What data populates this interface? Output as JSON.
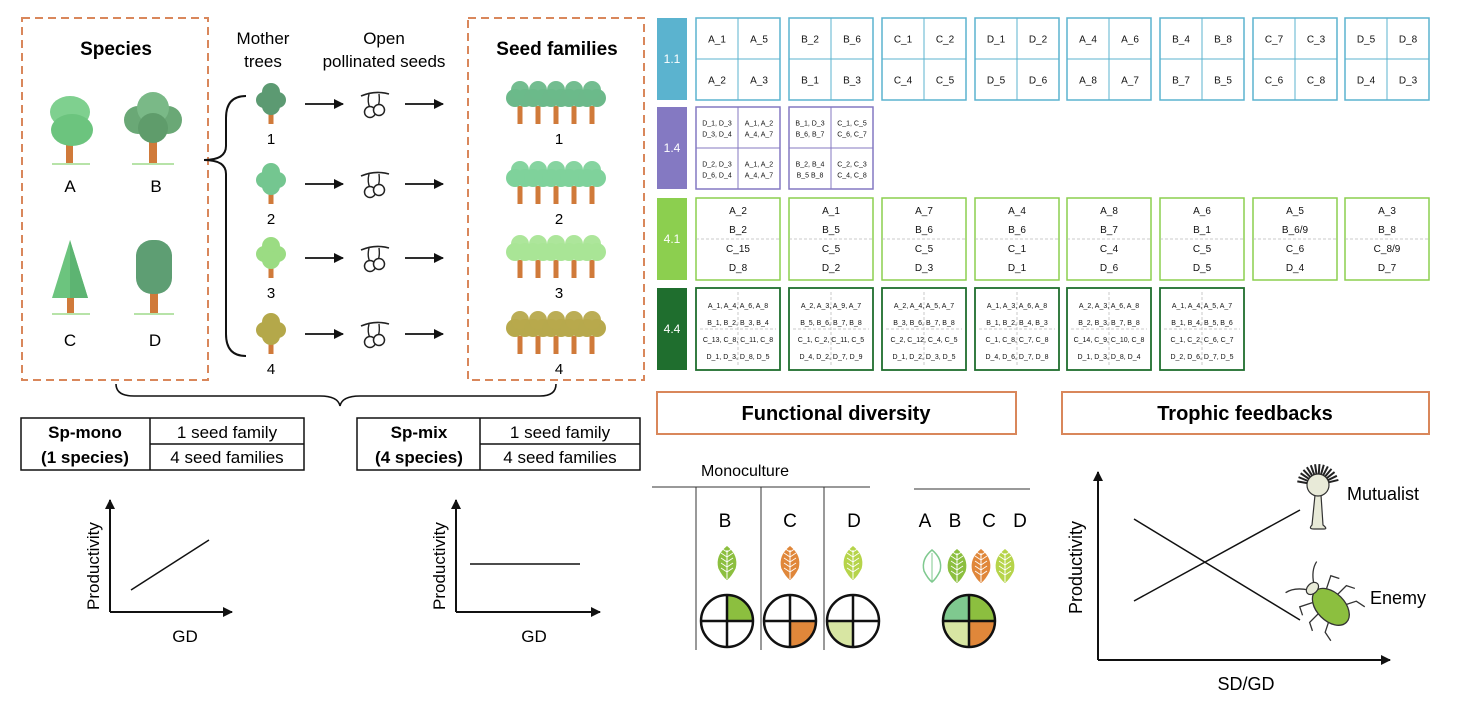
{
  "left": {
    "species_title": "Species",
    "species": [
      "A",
      "B",
      "C",
      "D"
    ],
    "mother_trees_label": "Mother\ntrees",
    "open_pollinated_label": "Open\npollinated seeds",
    "seed_families_title": "Seed families",
    "family_numbers": [
      "1",
      "2",
      "3",
      "4"
    ]
  },
  "sp_mono": {
    "name": "Sp-mono",
    "sub": "(1 species)",
    "row1": "1 seed family",
    "row2": "4 seed families"
  },
  "sp_mix": {
    "name": "Sp-mix",
    "sub": "(4 species)",
    "row1": "1 seed family",
    "row2": "4 seed families"
  },
  "small_plots": {
    "ylabel": "Productivity",
    "xlabel": "GD"
  },
  "designs": {
    "d11": {
      "label": "1.1",
      "plots": [
        [
          "A_1",
          "A_5",
          "A_2",
          "A_3"
        ],
        [
          "B_2",
          "B_6",
          "B_1",
          "B_3"
        ],
        [
          "C_1",
          "C_2",
          "C_4",
          "C_5"
        ],
        [
          "D_1",
          "D_2",
          "D_5",
          "D_6"
        ],
        [
          "A_4",
          "A_6",
          "A_8",
          "A_7"
        ],
        [
          "B_4",
          "B_8",
          "B_7",
          "B_5"
        ],
        [
          "C_7",
          "C_3",
          "C_6",
          "C_8"
        ],
        [
          "D_5",
          "D_8",
          "D_4",
          "D_3"
        ]
      ]
    },
    "d14": {
      "label": "1.4",
      "plots": [
        [
          [
            "D_1, D_3",
            "D_3, D_4"
          ],
          [
            "A_1, A_2",
            "A_4, A_7"
          ],
          [
            "D_2, D_3",
            "D_6, D_4"
          ],
          [
            "A_1, A_2",
            "A_4, A_7"
          ]
        ],
        [
          [
            "B_1, D_3",
            "B_6, B_7"
          ],
          [
            "C_1, C_5",
            "C_6, C_7"
          ],
          [
            "B_2, B_4",
            "B_5 B_8"
          ],
          [
            "C_2, C_3",
            "C_4, C_8"
          ]
        ]
      ]
    },
    "d41": {
      "label": "4.1",
      "plots": [
        [
          "A_2",
          "B_2",
          "C_15",
          "D_8"
        ],
        [
          "A_1",
          "B_5",
          "C_5",
          "D_2"
        ],
        [
          "A_7",
          "B_6",
          "C_5",
          "D_3"
        ],
        [
          "A_4",
          "B_6",
          "C_1",
          "D_1"
        ],
        [
          "A_8",
          "B_7",
          "C_4",
          "D_6"
        ],
        [
          "A_6",
          "B_1",
          "C_5",
          "D_5"
        ],
        [
          "A_5",
          "B_6/9",
          "C_6",
          "D_4"
        ],
        [
          "A_3",
          "B_8",
          "C_8/9",
          "D_7"
        ]
      ]
    },
    "d44": {
      "label": "4.4",
      "plots": [
        [
          "A_1, A_4, A_6, A_8",
          "B_1, B_2, B_3, B_4",
          "C_13, C_8, C_11, C_8",
          "D_1, D_3, D_8, D_5"
        ],
        [
          "A_2, A_3, A_9, A_7",
          "B_5, B_6, B_7, B_8",
          "C_1, C_2, C_11, C_5",
          "D_4, D_2, D_7, D_9"
        ],
        [
          "A_2, A_4, A_5, A_7",
          "B_3, B_6, B_7, B_8",
          "C_2, C_12, C_4, C_5",
          "D_1, D_2, D_3, D_5"
        ],
        [
          "A_1, A_3, A_6, A_8",
          "B_1, B_2, B_4, B_3",
          "C_1, C_8, C_7, C_8",
          "D_4, D_6, D_7, D_8"
        ],
        [
          "A_2, A_3, A_6, A_8",
          "B_2, B_3, B_7, B_8",
          "C_14, C_9, C_10, C_8",
          "D_1, D_3, D_8, D_4"
        ],
        [
          "A_1, A_4, A_5, A_7",
          "B_1, B_4, B_5, B_6",
          "C_1, C_2, C_6, C_7",
          "D_2, D_6, D_7, D_5"
        ]
      ]
    }
  },
  "functional": {
    "title": "Functional diversity",
    "monoculture_label": "Monoculture",
    "mono_species": [
      "B",
      "C",
      "D"
    ],
    "mix_species": [
      "A",
      "B",
      "C",
      "D"
    ]
  },
  "trophic": {
    "title": "Trophic feedbacks",
    "ylabel": "Productivity",
    "xlabel": "SD/GD",
    "mutualist": "Mutualist",
    "enemy": "Enemy"
  },
  "colors": {
    "orange_box": "#d9875b",
    "d11": "#5bb3cf",
    "d14": "#8479c2",
    "d41": "#8ccf4f",
    "d44": "#1f6e2e",
    "tree_green": "#6ec08a",
    "trunk": "#d07a3a"
  }
}
